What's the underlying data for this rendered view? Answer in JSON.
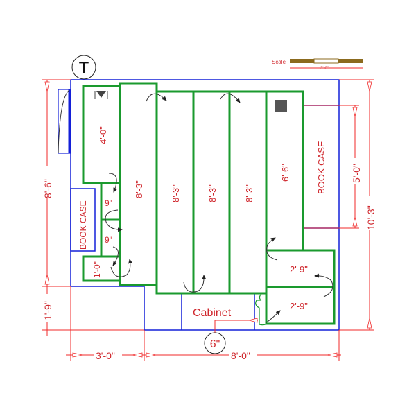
{
  "title_marker": "T",
  "scale": {
    "label": "Scale",
    "length": "3'-0\""
  },
  "furniture": {
    "bookcase_left": "BOOK CASE",
    "bookcase_right": "BOOK CASE",
    "cabinet": "Cabinet"
  },
  "panels": {
    "upper_left": "4'-0\"",
    "tall_1": "8'-3\"",
    "tall_2": "8'-3\"",
    "tall_3": "8'-3\"",
    "tall_4": "8'-3\"",
    "right_tall": "6'-6\"",
    "small_upper": "9\"",
    "small_lower": "9\"",
    "small_bottom": "1'-0\"",
    "right_upper": "2'-9\"",
    "right_lower": "2'-9\""
  },
  "dimensions": {
    "left_main": "8'-6\"",
    "left_bottom": "1'-9\"",
    "right_total": "10'-3\"",
    "right_bookcase": "5'-0\"",
    "bottom_left": "3'-0\"",
    "bottom_right": "8'-0\"",
    "gap_callout": "6\""
  },
  "colors": {
    "wall": "#1420d8",
    "panel": "#1a9a2e",
    "dimension": "#f02a2a"
  }
}
